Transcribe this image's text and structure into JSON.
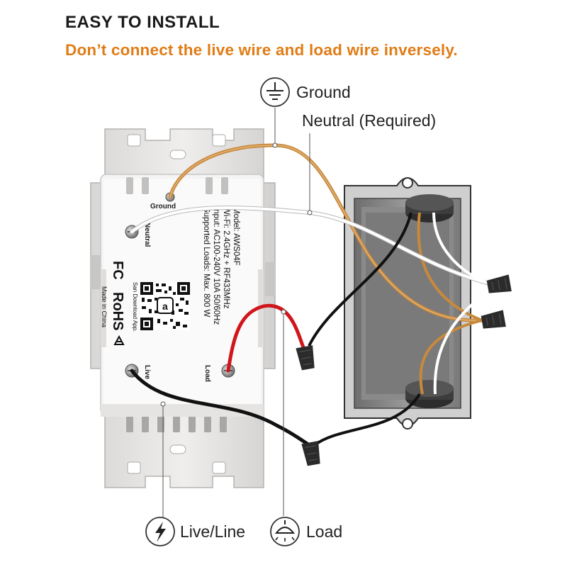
{
  "header": {
    "title": "EASY TO INSTALL",
    "warning": "Don’t  connect the live wire and load wire inversely."
  },
  "callouts": {
    "ground": "Ground",
    "neutral": "Neutral (Required)",
    "live": "Live/Line",
    "load": "Load"
  },
  "switch": {
    "terminal_ground": "Ground",
    "terminal_neutral": "Neutral",
    "terminal_live": "Live",
    "terminal_load": "Load",
    "model": "Model: AWS04F",
    "wifi": "Wi-Fi: 2.4GHz + RF433MHz",
    "input": "Input: AC100-240V 10A 50/60Hz",
    "loads": "Supported Loads: Max. 800 W",
    "scan": "San Download App.",
    "made_in": "Made in China",
    "fc": "FC",
    "rohs": "RoHS"
  },
  "colors": {
    "ground_wire": "#c8893c",
    "live_wire": "#111111",
    "load_wire": "#d0161b",
    "neutral_wire": "#ffffff",
    "warning_text": "#e07c16"
  }
}
